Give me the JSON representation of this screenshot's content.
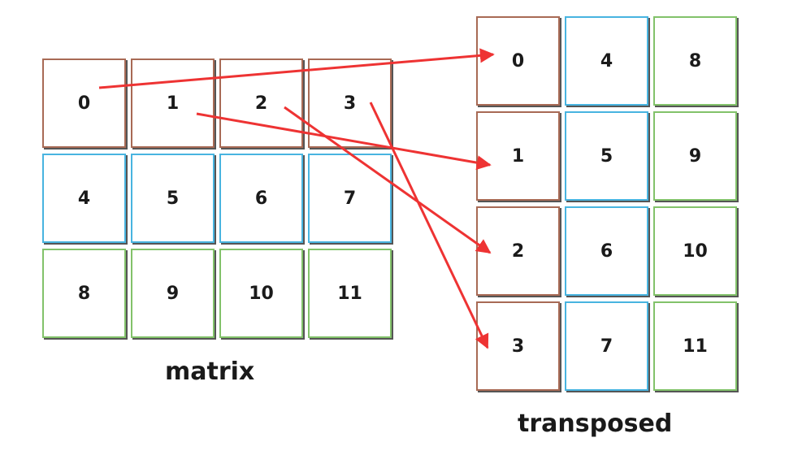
{
  "colors": {
    "row0": "#a86a55",
    "row1": "#48b4e0",
    "row2": "#82c26a",
    "arrow": "#ee3333"
  },
  "matrix": {
    "caption": "matrix",
    "rows": [
      [
        "0",
        "1",
        "2",
        "3"
      ],
      [
        "4",
        "5",
        "6",
        "7"
      ],
      [
        "8",
        "9",
        "10",
        "11"
      ]
    ]
  },
  "transposed": {
    "caption": "transposed",
    "rows": [
      [
        "0",
        "4",
        "8"
      ],
      [
        "1",
        "5",
        "9"
      ],
      [
        "2",
        "6",
        "10"
      ],
      [
        "3",
        "7",
        "11"
      ]
    ]
  },
  "arrows": [
    {
      "from": "0",
      "to": "0"
    },
    {
      "from": "1",
      "to": "1"
    },
    {
      "from": "2",
      "to": "2"
    },
    {
      "from": "3",
      "to": "3"
    }
  ]
}
